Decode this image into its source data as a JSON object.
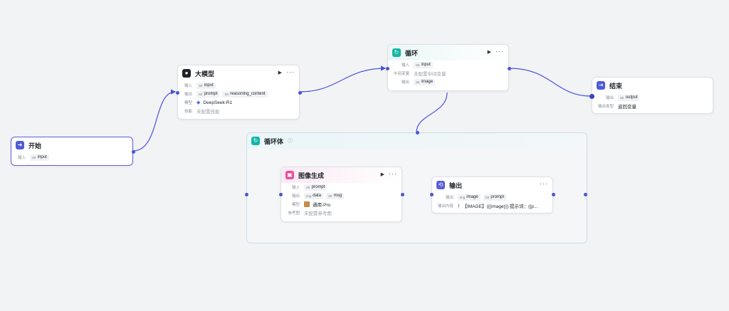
{
  "colors": {
    "accent": "#5b5fe8",
    "edge": "#4c52d9",
    "loop_teal": "#15b5a6",
    "start_indigo": "#4f5bd5",
    "image_pink": "#e84d9a",
    "output_indigo": "#5a5fd9"
  },
  "nodes": {
    "start": {
      "title": "开始",
      "icon": "start-icon",
      "input_label": "输入",
      "input_chip_type": "Str",
      "input_chip": "input"
    },
    "llm": {
      "title": "大模型",
      "icon": "llm-icon",
      "input_label": "输入",
      "input_chip_type": "Str",
      "input_chip": "input",
      "output_label": "输出",
      "output_chips": [
        {
          "type": "Str",
          "name": "prompt"
        },
        {
          "type": "Str",
          "name": "reasoning_content"
        }
      ],
      "model_label": "模型",
      "model_value": "DeepSeek-R1",
      "skill_label": "技能",
      "skill_value": "未配置技能"
    },
    "loop": {
      "title": "循环",
      "icon": "loop-icon",
      "input_label": "输入",
      "input_chip_type": "Str",
      "input_chip": "input",
      "mid_label": "中间变量",
      "mid_value": "未配置中间变量",
      "output_label": "输出",
      "output_chip_type": "Str",
      "output_chip": "image"
    },
    "end": {
      "title": "结束",
      "icon": "end-icon",
      "output_label": "输出",
      "output_chip_type": "Str",
      "output_chip": "output",
      "type_label": "输出类型",
      "type_value": "返回变量"
    },
    "loop_body": {
      "title": "循环体",
      "icon": "loop-icon",
      "info_icon": "info-icon"
    },
    "image_gen": {
      "title": "图像生成",
      "icon": "image-gen-icon",
      "input_label": "输入",
      "input_chip_type": "Str",
      "input_chip": "prompt",
      "output_label": "输出",
      "output_chips": [
        {
          "type": "img",
          "name": "data"
        },
        {
          "type": "Str",
          "name": "msg"
        }
      ],
      "model_label": "模型",
      "model_value": "通用-Pro",
      "ref_label": "参考图",
      "ref_value": "未配置参考图"
    },
    "output": {
      "title": "输出",
      "icon": "output-icon",
      "output_label": "输出",
      "output_chips": [
        {
          "type": "img",
          "name": "image"
        },
        {
          "type": "Str",
          "name": "prompt"
        }
      ],
      "content_label": "输出内容",
      "content_value": "！【IMAGE】({{image}}) 提示词：{{p..."
    }
  }
}
